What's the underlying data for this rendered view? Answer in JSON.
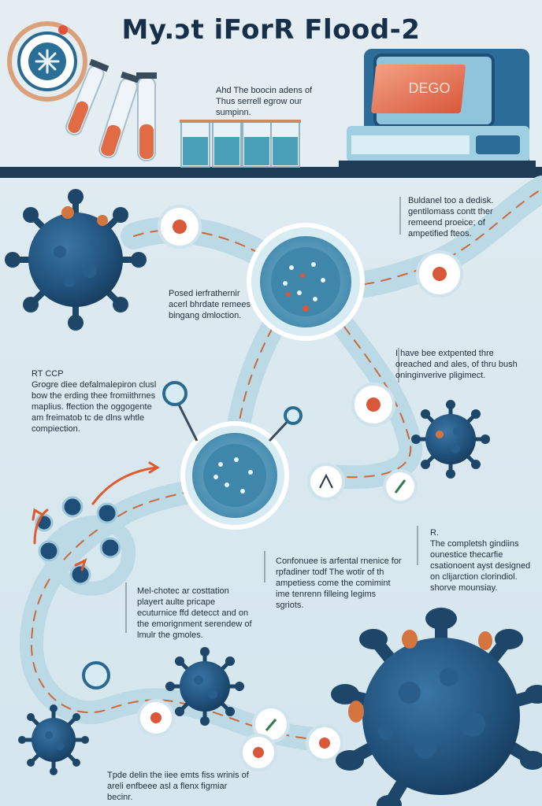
{
  "header": {
    "title": "My.ↄt iForR Flood-2",
    "monitor_label": "DEGO"
  },
  "notes": {
    "top_center": "Ahd The boocin adens of Thus serrell egrow our sumpinn.",
    "top_right": "Buldanel too a dedisk. gentilomass contt ther remeend proeice; of ampetified fteos.",
    "left_upper": "Posed ierfrathernir acerl bhrdate remees bingang dmloction.",
    "right_middle": "I have bee extpented thre oreached and ales, of thru bush oninginverive pligimect.",
    "left_middle_heading": "RT CCP",
    "left_middle": "Grogre diee defalmalepiron clusl bow the erding thee fromiithrnes maplius. ffection the oggogente am freimatob tc de dlns whtle compiection.",
    "center_lower": "Confonuee is arfental rnenice for rpfadiner todf The wotir of th ampetiess come the comimint ime tenrenn filleing legims sgriots.",
    "right_lower_heading": "R.",
    "right_lower": "The completsh gindiins ounestice thecarfie csationoent ayst designed on clijarction clorindiol. shorve mounsiay.",
    "left_lower": "Mel-chotec ar costtation playert aulte pricape ecuturnice ffd detecct and on the emorignment serendew of lmulr the gmoles.",
    "bottom_left": "Tpde delin the iiee emts fiss wrinis of areli enfbeee asl a flenx figmiar becinr."
  },
  "colors": {
    "virus_body": "#1f4f78",
    "virus_spike": "#1d4668",
    "virus_tip": "#d4743e",
    "tube_fill": "#e06b45",
    "road": "#bcd9e6",
    "road_dash": "#c96a3c",
    "bench": "#1f3c57",
    "accent_orange": "#e05a2b"
  },
  "icons": [
    "virus-icon",
    "test-tube-icon",
    "beaker-icon",
    "pcr-machine-icon",
    "sample-dish-icon",
    "magnified-sample-icon",
    "arrow-icon",
    "dna-strand-icon"
  ]
}
